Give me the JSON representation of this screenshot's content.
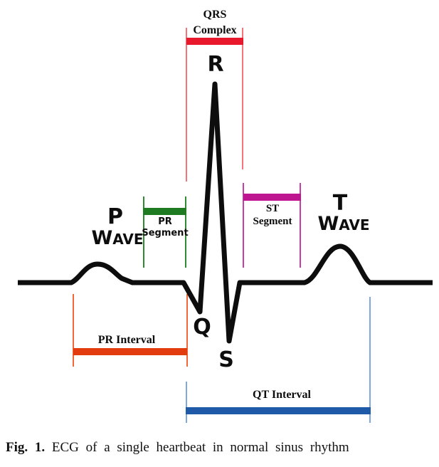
{
  "colors": {
    "waveform": "#0d0d0d",
    "qrs_bar": "#e8192c",
    "qrs_line": "#f4747c",
    "pr_segment_bar": "#1e7b22",
    "pr_segment_line": "#2f8a33",
    "st_segment_bar": "#be1690",
    "st_segment_line": "#c93da6",
    "pr_interval_bar": "#e23b0e",
    "pr_interval_line": "#f0653a",
    "qt_interval_bar": "#1f5aa9",
    "qt_interval_line": "#7fa8dc"
  },
  "annotations": {
    "qrs_complex": {
      "line1": "QRS",
      "line2": "Complex"
    },
    "r_label": "R",
    "q_label": "Q",
    "s_label": "S",
    "p_wave": {
      "letter": "P",
      "word_initial": "W",
      "word_rest": "AVE"
    },
    "t_wave": {
      "letter": "T",
      "word_initial": "W",
      "word_rest": "AVE"
    },
    "pr_segment": {
      "line1": "PR",
      "line2": "Segment"
    },
    "st_segment": {
      "line1": "ST",
      "line2": "Segment"
    },
    "pr_interval": "PR Interval",
    "qt_interval": "QT Interval"
  },
  "caption": {
    "prefix": "Fig. 1.",
    "text": "ECG of a single heartbeat in normal sinus rhythm"
  }
}
